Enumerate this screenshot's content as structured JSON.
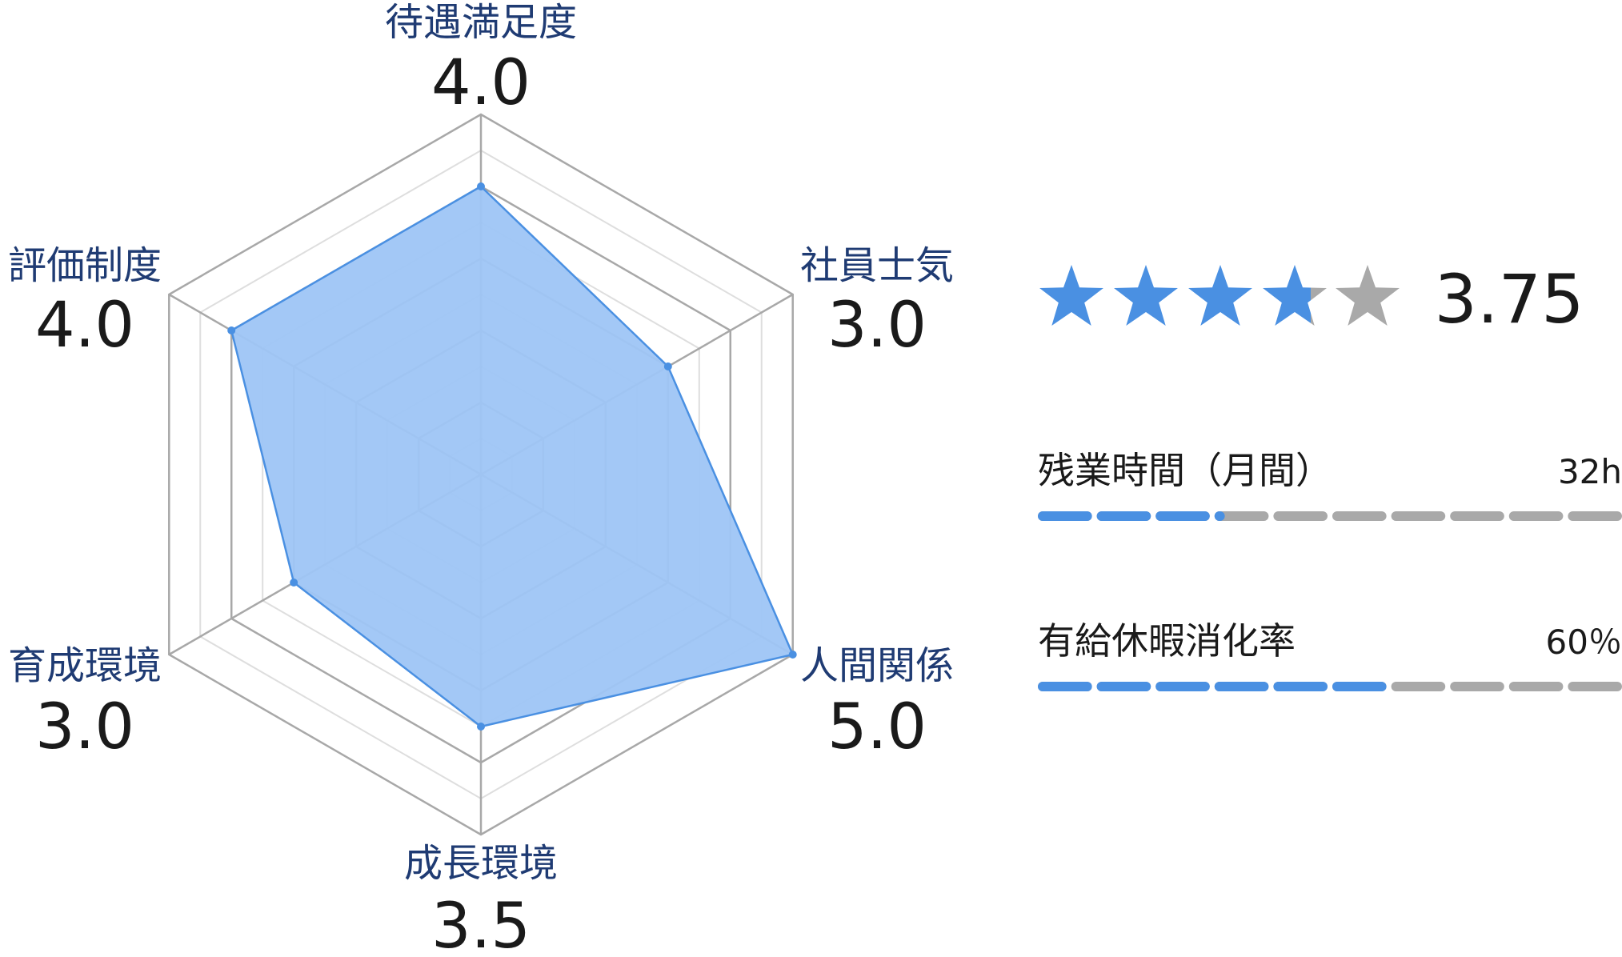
{
  "chart_data": {
    "type": "radar",
    "max": 5,
    "rings": 5,
    "axes": [
      {
        "name": "待遇満足度",
        "value": 4.0,
        "display": "4.0"
      },
      {
        "name": "社員士気",
        "value": 3.0,
        "display": "3.0"
      },
      {
        "name": "人間関係",
        "value": 5.0,
        "display": "5.0"
      },
      {
        "name": "成長環境",
        "value": 3.5,
        "display": "3.5"
      },
      {
        "name": "育成環境",
        "value": 3.0,
        "display": "3.0"
      },
      {
        "name": "評価制度",
        "value": 4.0,
        "display": "4.0"
      }
    ]
  },
  "rating": {
    "value": 3.75,
    "display": "3.75",
    "max_stars": 5
  },
  "metrics": [
    {
      "label": "残業時間（月間）",
      "value": "32h",
      "fill": 0.32,
      "segments": 10
    },
    {
      "label": "有給休暇消化率",
      "value": "60％",
      "fill": 0.6,
      "segments": 10
    }
  ],
  "colors": {
    "accent": "#4a90e2",
    "fill": "#9ec5f5",
    "grid": "#a8a8a8",
    "grid_light": "#dedede",
    "inactive": "#a9a9a9",
    "axis_label": "#1f3b73",
    "value_text": "#1a1a1a"
  }
}
